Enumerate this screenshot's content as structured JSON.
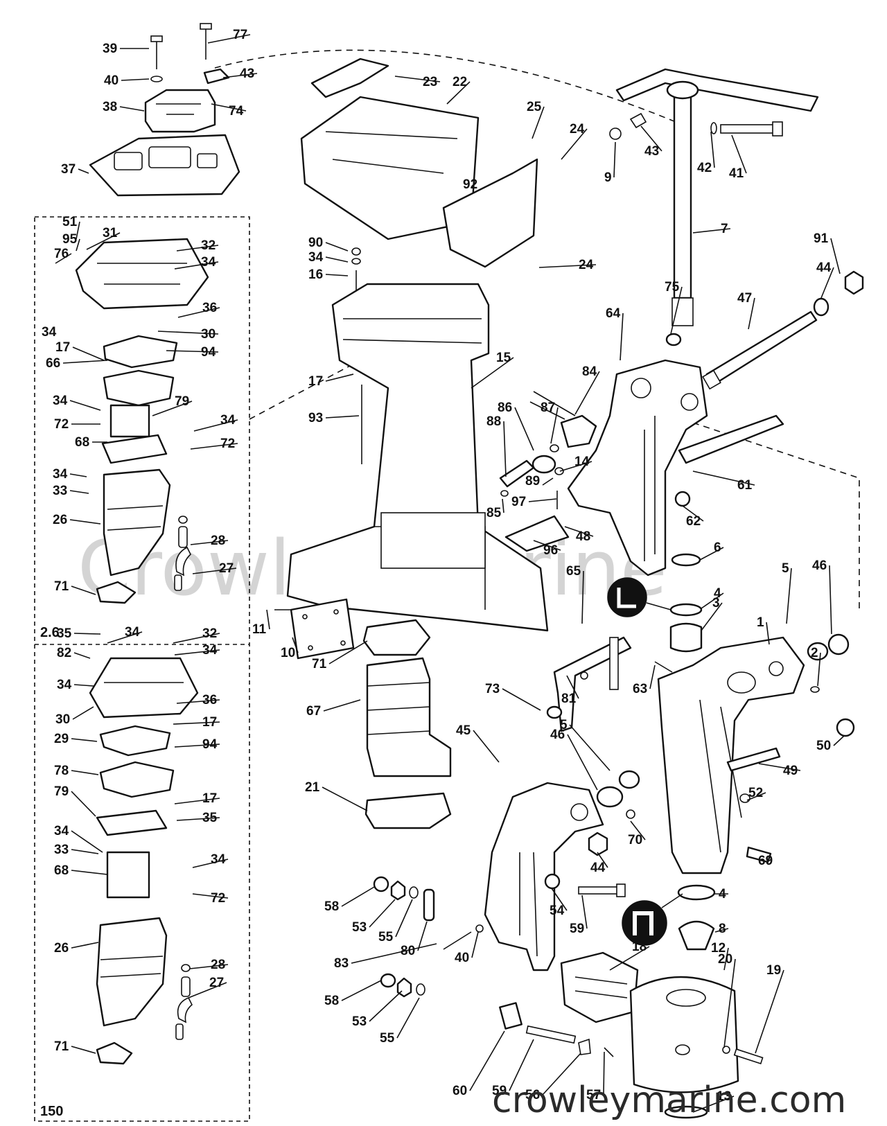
{
  "watermark": {
    "center_text": "Crowley Marine",
    "footer_text": "crowleymarine.com"
  },
  "section_labels": {
    "upper_box": "2.6",
    "lower_box": "150"
  },
  "callouts": [
    "39",
    "77",
    "40",
    "43",
    "38",
    "74",
    "37",
    "23",
    "22",
    "25",
    "24",
    "9",
    "43",
    "42",
    "41",
    "92",
    "7",
    "24",
    "91",
    "51",
    "31",
    "95",
    "32",
    "76",
    "34",
    "36",
    "34",
    "30",
    "17",
    "94",
    "66",
    "90",
    "34",
    "16",
    "75",
    "47",
    "44",
    "64",
    "15",
    "17",
    "84",
    "93",
    "86",
    "87",
    "34",
    "79",
    "72",
    "34",
    "68",
    "72",
    "88",
    "14",
    "61",
    "89",
    "34",
    "33",
    "97",
    "85",
    "62",
    "48",
    "26",
    "28",
    "96",
    "6",
    "27",
    "4",
    "71",
    "5",
    "46",
    "11",
    "1",
    "10",
    "3",
    "71",
    "65",
    "2",
    "35",
    "34",
    "32",
    "82",
    "34",
    "34",
    "30",
    "36",
    "63",
    "73",
    "81",
    "17",
    "29",
    "94",
    "67",
    "50",
    "5",
    "46",
    "45",
    "78",
    "49",
    "79",
    "17",
    "21",
    "35",
    "52",
    "70",
    "69",
    "34",
    "33",
    "68",
    "44",
    "34",
    "4",
    "58",
    "53",
    "72",
    "55",
    "54",
    "80",
    "59",
    "8",
    "83",
    "40",
    "26",
    "28",
    "18",
    "12",
    "27",
    "20",
    "19",
    "58",
    "53",
    "71",
    "55",
    "60",
    "59",
    "56",
    "57",
    "13",
    "150"
  ],
  "badges": [
    {
      "icon": "grease-fitting-badge-icon"
    },
    {
      "icon": "sealant-badge-icon"
    }
  ]
}
